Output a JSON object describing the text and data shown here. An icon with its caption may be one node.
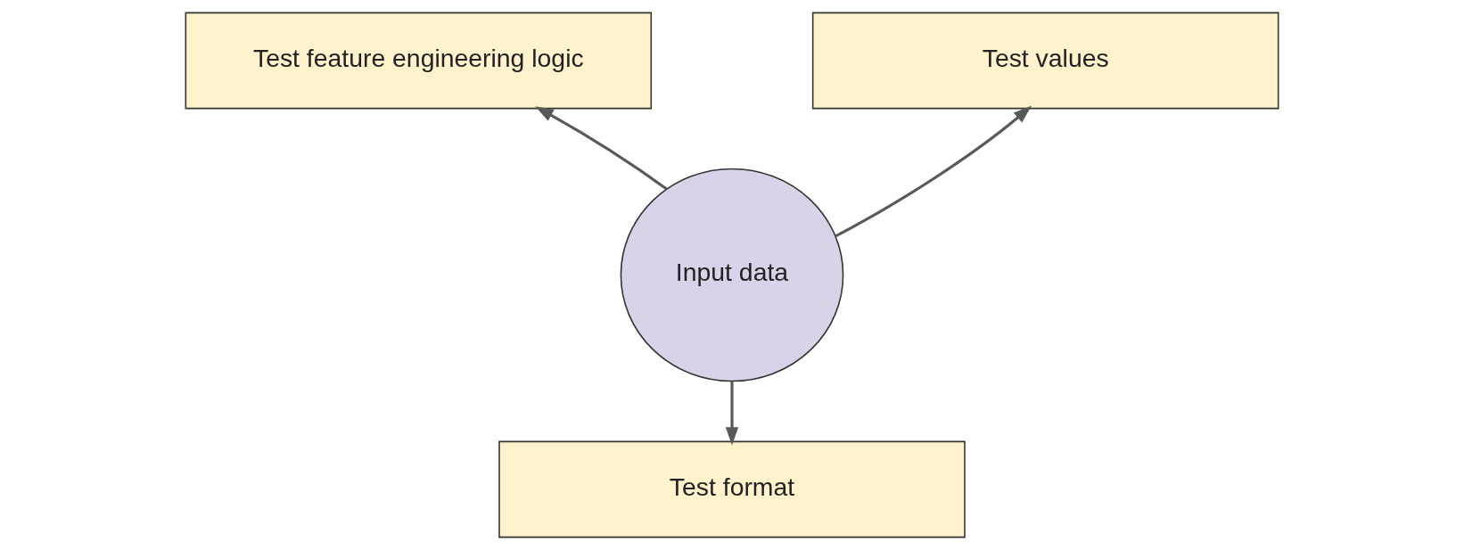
{
  "diagram": {
    "nodes": [
      {
        "text": [
          "Test feature engineering logic"
        ]
      },
      {
        "text": [
          "Test values"
        ]
      },
      {
        "text": [
          "Input data"
        ]
      },
      {
        "text": [
          "Test format"
        ]
      }
    ],
    "edges": [
      {
        "from": 2,
        "to": 0,
        "arrow": "to"
      },
      {
        "from": 2,
        "to": 1,
        "arrow": "to"
      },
      {
        "from": 2,
        "to": 3,
        "arrow": "to"
      }
    ]
  }
}
